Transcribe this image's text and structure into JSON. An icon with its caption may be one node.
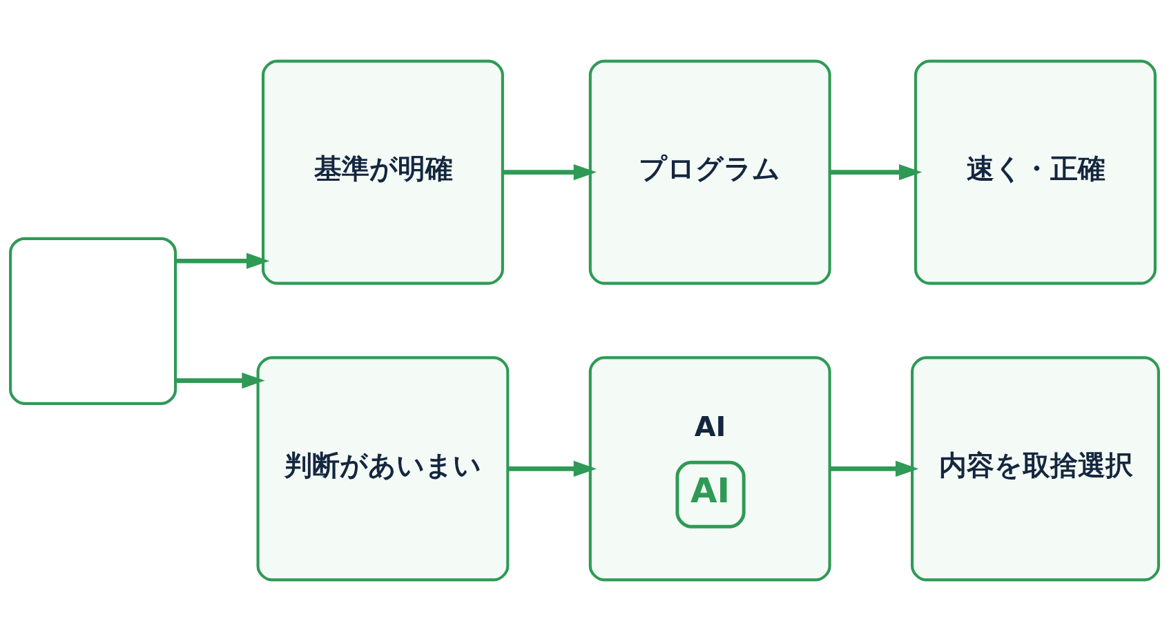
{
  "diagram": {
    "nodes": [
      {
        "text": [],
        "shape": "picture"
      },
      {
        "text": [
          "基準が明確"
        ]
      },
      {
        "text": [
          "プログラム"
        ]
      },
      {
        "text": [
          "速く・正確"
        ]
      },
      {
        "text": [
          "判断があいまい"
        ]
      },
      {
        "text": [
          "AI",
          "AI"
        ]
      },
      {
        "text": [
          "内容を取捨選択"
        ]
      }
    ],
    "edges": [
      {
        "from": 0,
        "to": 1,
        "arrow": "to"
      },
      {
        "from": 0,
        "to": 4,
        "arrow": "to"
      },
      {
        "from": 1,
        "to": 2,
        "arrow": "to"
      },
      {
        "from": 2,
        "to": 3,
        "arrow": "to"
      },
      {
        "from": 4,
        "to": 5,
        "arrow": "to"
      },
      {
        "from": 5,
        "to": 6,
        "arrow": "to"
      }
    ]
  }
}
